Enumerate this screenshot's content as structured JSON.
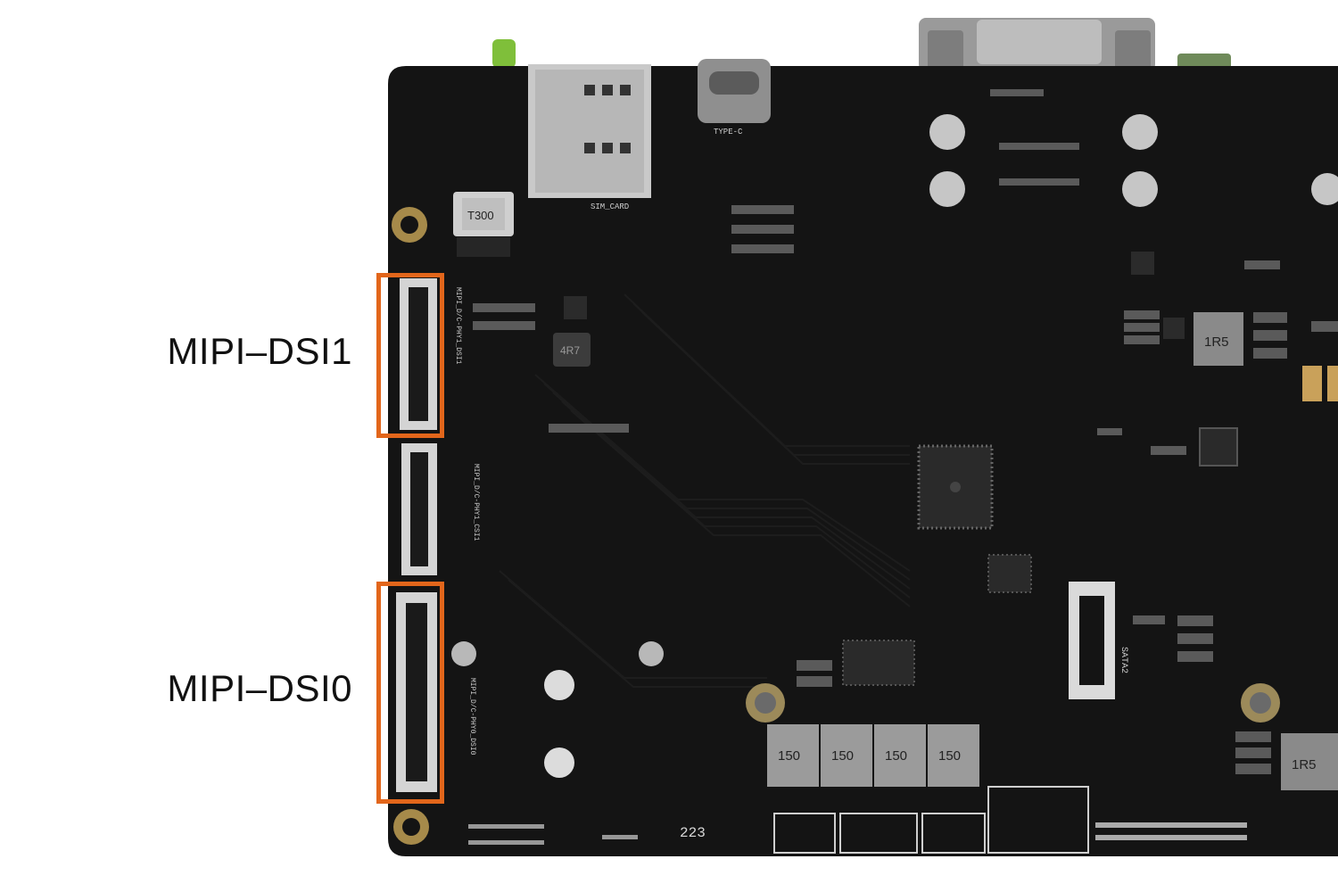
{
  "labels": {
    "mipi_dsi1": "MIPI–DSI1",
    "mipi_dsi0": "MIPI–DSI0"
  },
  "silkscreen": {
    "inductor_top": "T300",
    "inductor_4r7": "4R7",
    "inductor_1r5_a": "1R5",
    "inductor_1r5_b": "1R5",
    "inductor_150": "150",
    "sim_label": "SIM_CARD",
    "typec_label": "TYPE-C",
    "dsi1_silk": "MIPI_D/C-PHY1_DSI1",
    "csi_silk": "MIPI_D/C-PHY1_CSI1",
    "dsi0_silk": "MIPI_D/C-PHY0_DSI0",
    "sata_silk": "SATA2",
    "date_code": "223"
  },
  "colors": {
    "highlight": "#e2661b",
    "board": "#121212",
    "label_text": "#111111"
  }
}
